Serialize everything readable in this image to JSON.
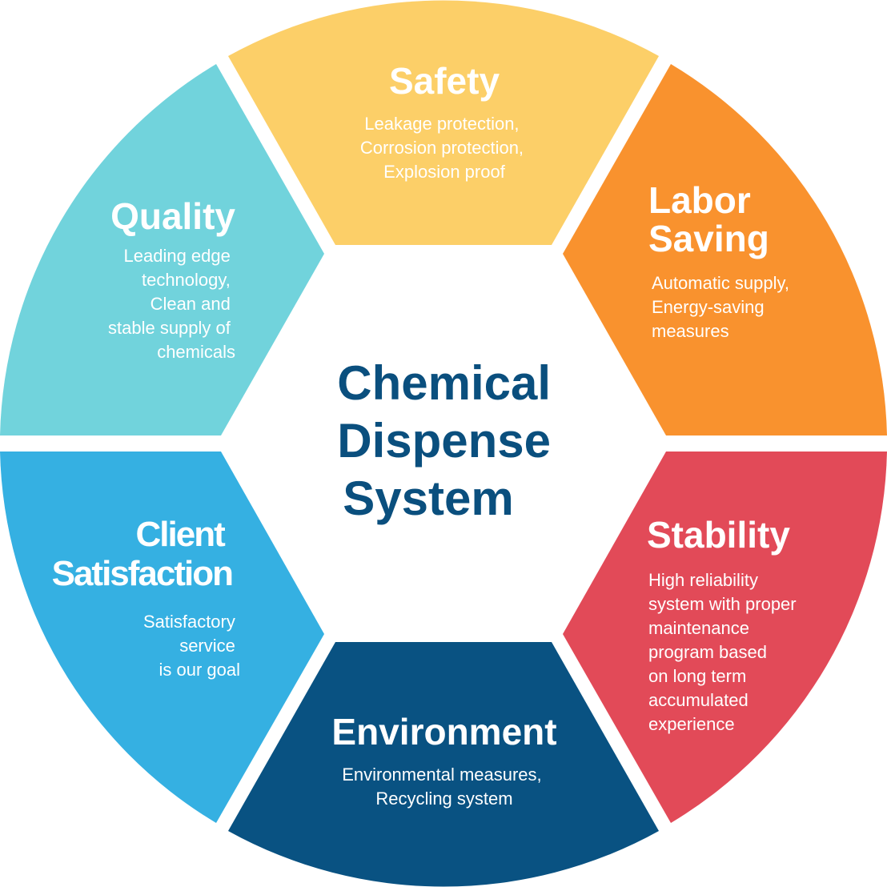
{
  "center": {
    "lines": [
      "Chemical",
      "Dispense",
      "System"
    ],
    "color": "#0a4f7e"
  },
  "segments": [
    {
      "id": "safety",
      "title": [
        "Safety"
      ],
      "description": [
        "Leakage protection,",
        "Corrosion protection,",
        "Explosion proof"
      ],
      "color": "#fccf68"
    },
    {
      "id": "labor-saving",
      "title": [
        "Labor",
        "Saving"
      ],
      "description": [
        "Automatic supply,",
        "Energy-saving",
        "measures"
      ],
      "color": "#f9922e"
    },
    {
      "id": "stability",
      "title": [
        "Stability"
      ],
      "description": [
        "High reliability",
        "system with proper",
        "maintenance",
        "program based",
        "on long term",
        "accumulated",
        "experience"
      ],
      "color": "#e24a58"
    },
    {
      "id": "environment",
      "title": [
        "Environment"
      ],
      "description": [
        "Environmental measures,",
        "Recycling system"
      ],
      "color": "#095282"
    },
    {
      "id": "client-satisfaction",
      "title": [
        "Client",
        "Satisfaction"
      ],
      "description": [
        "Satisfactory",
        "service",
        "is our goal"
      ],
      "color": "#35b0e2"
    },
    {
      "id": "quality",
      "title": [
        "Quality"
      ],
      "description": [
        "Leading edge",
        "technology,",
        "Clean and",
        "stable supply of",
        "chemicals"
      ],
      "color": "#71d3dc"
    }
  ]
}
